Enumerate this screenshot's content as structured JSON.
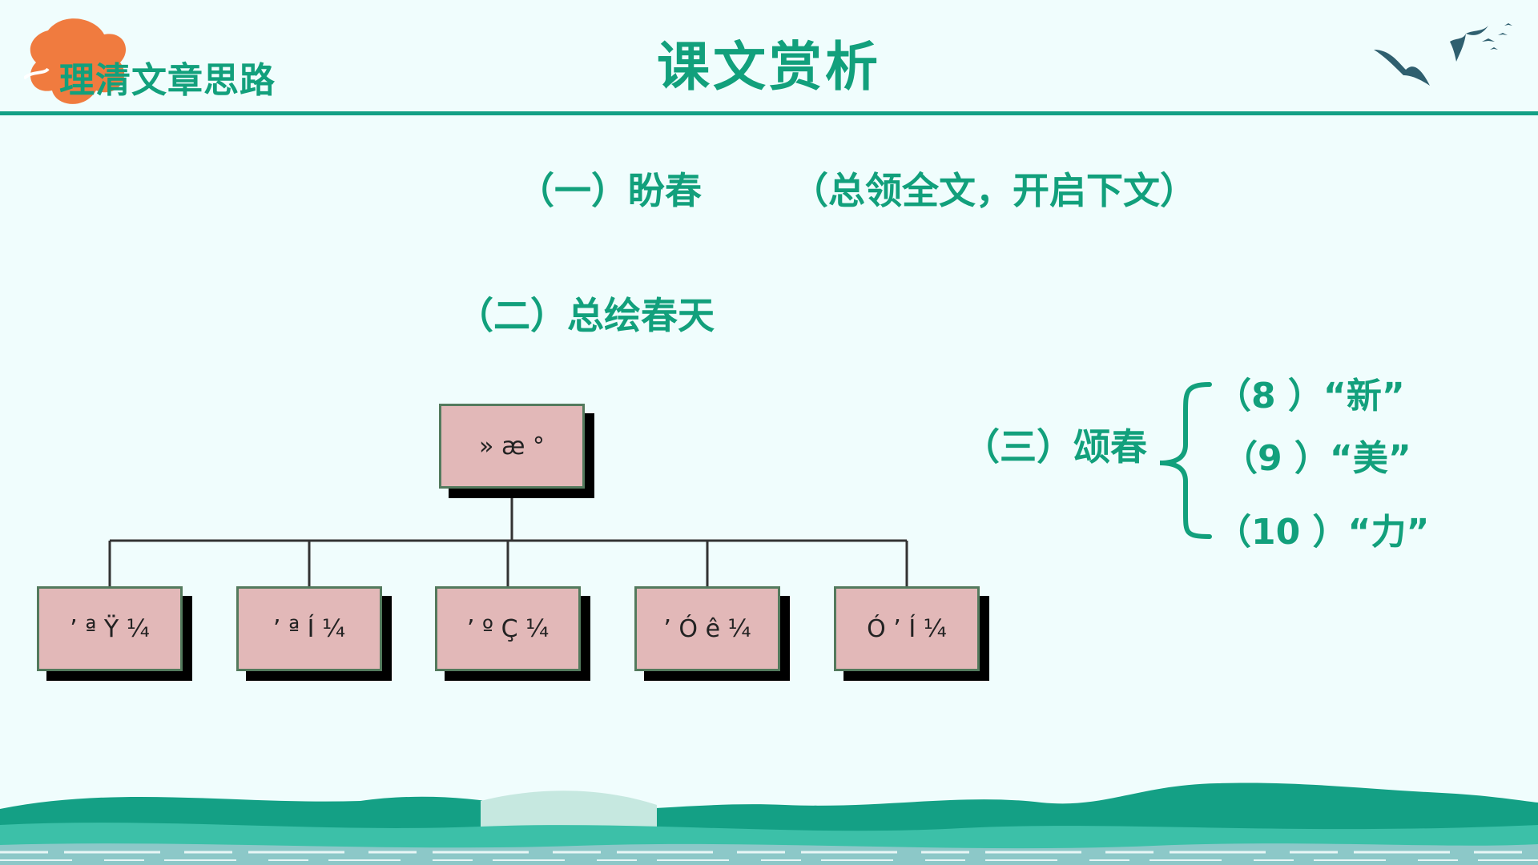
{
  "header": {
    "section_label": "理清文章思路",
    "title": "课文赏析"
  },
  "outline": {
    "part1": "（一）盼春",
    "part1_note": "（总领全文，开启下文）",
    "part2": "（二）总绘春天",
    "part3": "（三）颂春",
    "part3_items": [
      "（8 ）“新”",
      "（9 ）“美”",
      "（10 ）“力”"
    ]
  },
  "tree": {
    "root": "» æ °",
    "children": [
      "’ ª Ÿ ¼",
      "’ ª Í ¼",
      "’ º Ç ¼",
      "’ Ó ê ¼",
      "Ó ’ Í ¼"
    ]
  },
  "colors": {
    "accent": "#12a07c",
    "box_fill": "#e2b8b8",
    "box_border": "#537a5d",
    "splash": "#f07b3f",
    "background": "#f0fdfd"
  },
  "icons": [
    "paint-splash-icon",
    "seagulls-icon",
    "waves-decoration",
    "curly-brace-icon"
  ]
}
